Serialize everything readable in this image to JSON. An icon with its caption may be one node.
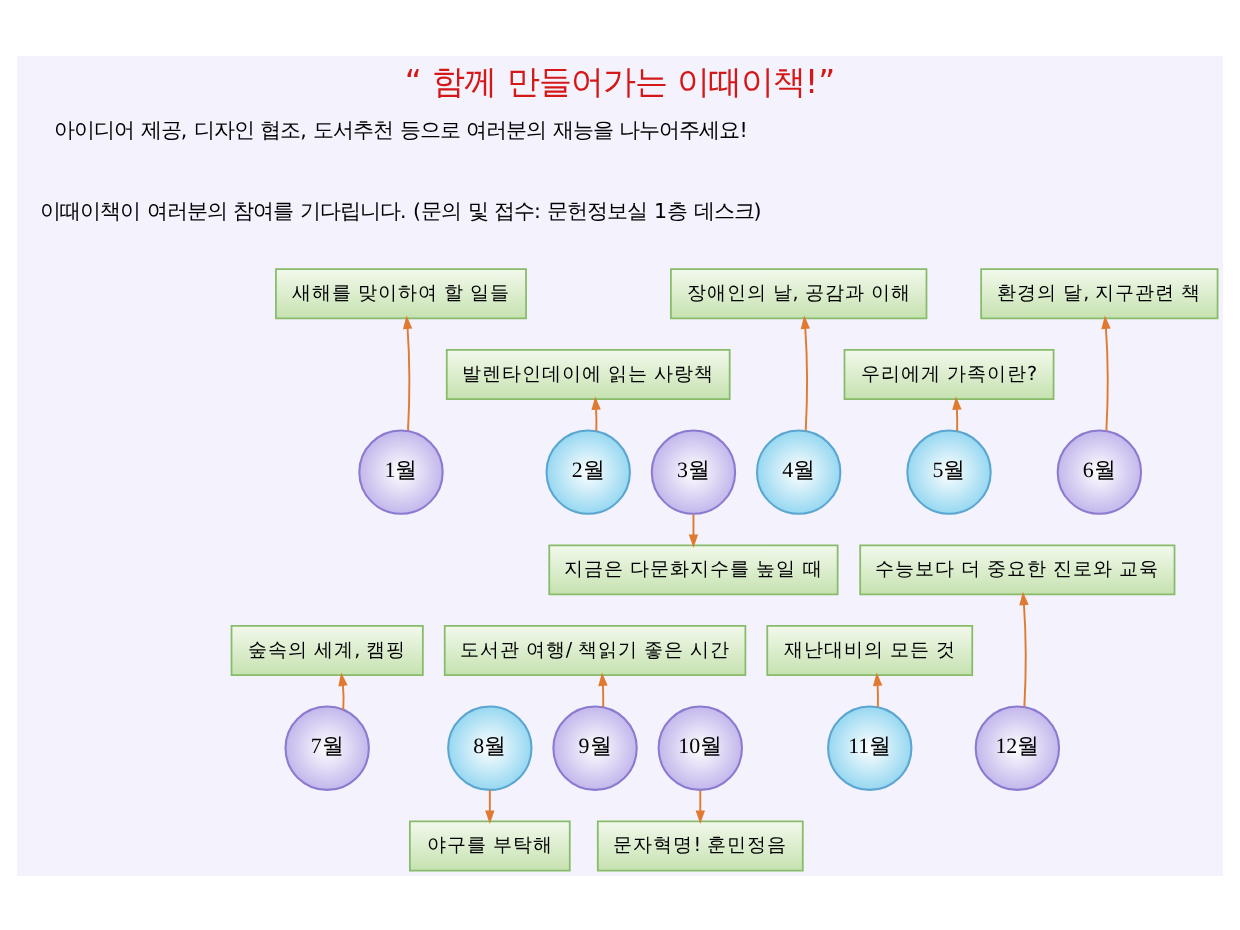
{
  "diagram": {
    "title": "“ 함께 만들어가는 이때이책!”",
    "nodes": [
      {
        "text": [
          "새해를 맞이하여 할 일들"
        ]
      },
      {
        "text": [
          "장애인의 날, 공감과 이해"
        ]
      },
      {
        "text": [
          "환경의 달, 지구관련 책"
        ]
      },
      {
        "text": [
          "발렌타인데이에 읽는 사랑책"
        ]
      },
      {
        "text": [
          "우리에게 가족이란?"
        ]
      },
      {
        "text": [
          "1월"
        ]
      },
      {
        "text": [
          "2월"
        ]
      },
      {
        "text": [
          "3월"
        ]
      },
      {
        "text": [
          "4월"
        ]
      },
      {
        "text": [
          "5월"
        ]
      },
      {
        "text": [
          "6월"
        ]
      },
      {
        "text": [
          "지금은 다문화지수를 높일 때"
        ]
      },
      {
        "text": [
          "수능보다 더 중요한 진로와 교육"
        ]
      },
      {
        "text": [
          "숲속의 세계, 캠핑"
        ]
      },
      {
        "text": [
          "도서관 여행/ 책읽기 좋은 시간"
        ]
      },
      {
        "text": [
          "재난대비의 모든 것"
        ]
      },
      {
        "text": [
          "7월"
        ]
      },
      {
        "text": [
          "8월"
        ]
      },
      {
        "text": [
          "9월"
        ]
      },
      {
        "text": [
          "10월"
        ]
      },
      {
        "text": [
          "11월"
        ]
      },
      {
        "text": [
          "12월"
        ]
      },
      {
        "text": [
          "야구를 부탁해"
        ]
      },
      {
        "text": [
          "문자혁명! 훈민정음"
        ]
      }
    ],
    "edges": [
      {
        "from": 5,
        "to": 0,
        "arrow": "to"
      },
      {
        "from": 6,
        "to": 3,
        "arrow": "to"
      },
      {
        "from": 7,
        "to": 11,
        "arrow": "to"
      },
      {
        "from": 8,
        "to": 1,
        "arrow": "to"
      },
      {
        "from": 9,
        "to": 4,
        "arrow": "to"
      },
      {
        "from": 10,
        "to": 2,
        "arrow": "to"
      },
      {
        "from": 16,
        "to": 13,
        "arrow": "to"
      },
      {
        "from": 17,
        "to": 22,
        "arrow": "to"
      },
      {
        "from": 18,
        "to": 14,
        "arrow": "to"
      },
      {
        "from": 19,
        "to": 23,
        "arrow": "to"
      },
      {
        "from": 20,
        "to": 15,
        "arrow": "to"
      },
      {
        "from": 21,
        "to": 12,
        "arrow": "to"
      }
    ],
    "labels": [
      "아이디어 제공, 디자인 협조, 도서추천 등으로 여러분의 재능을 나누어주세요!",
      "이때이책이 여러분의 참여를 기다립니다. (문의 및 접수: 문헌정보실 1층 데스크)"
    ]
  }
}
